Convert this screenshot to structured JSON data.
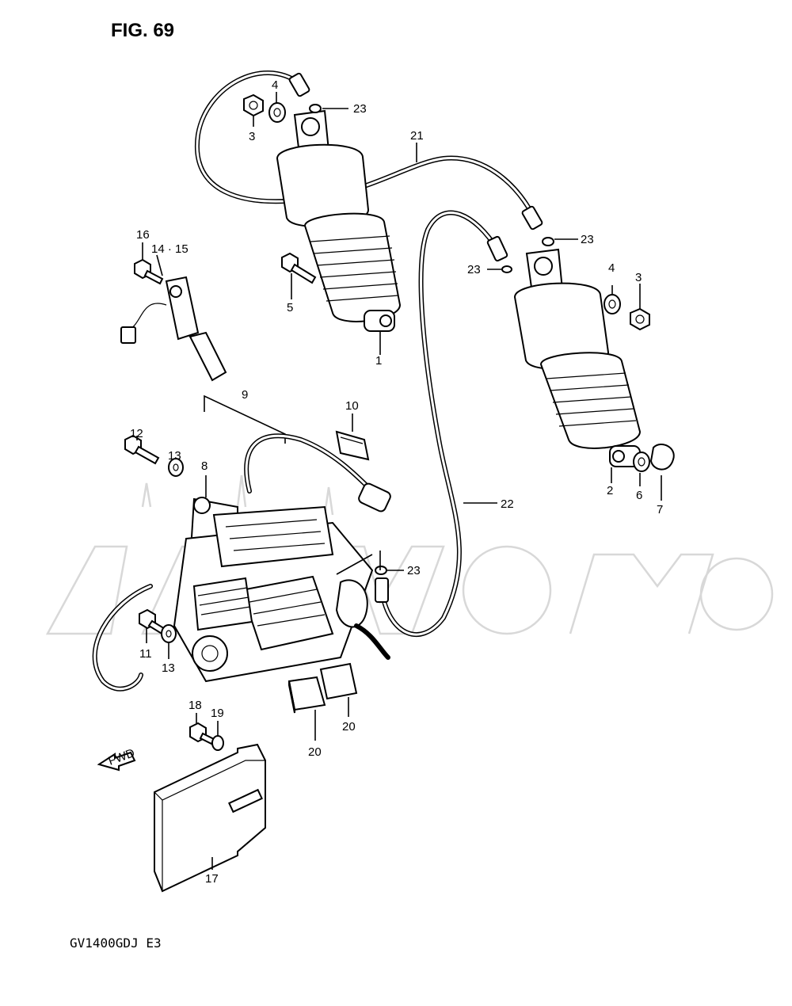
{
  "figure": {
    "title": "FIG. 69",
    "model_code": "GV1400GDJ  E3",
    "fwd_label": "FWD"
  },
  "callouts": [
    {
      "id": "c1",
      "text": "1"
    },
    {
      "id": "c2",
      "text": "2"
    },
    {
      "id": "c3a",
      "text": "3"
    },
    {
      "id": "c3b",
      "text": "3"
    },
    {
      "id": "c4a",
      "text": "4"
    },
    {
      "id": "c4b",
      "text": "4"
    },
    {
      "id": "c5",
      "text": "5"
    },
    {
      "id": "c6",
      "text": "6"
    },
    {
      "id": "c7",
      "text": "7"
    },
    {
      "id": "c8",
      "text": "8"
    },
    {
      "id": "c9",
      "text": "9"
    },
    {
      "id": "c10",
      "text": "10"
    },
    {
      "id": "c11",
      "text": "11"
    },
    {
      "id": "c12",
      "text": "12"
    },
    {
      "id": "c13a",
      "text": "13"
    },
    {
      "id": "c13b",
      "text": "13"
    },
    {
      "id": "c14",
      "text": "14 · 15"
    },
    {
      "id": "c16",
      "text": "16"
    },
    {
      "id": "c17",
      "text": "17"
    },
    {
      "id": "c18",
      "text": "18"
    },
    {
      "id": "c19",
      "text": "19"
    },
    {
      "id": "c20a",
      "text": "20"
    },
    {
      "id": "c20b",
      "text": "20"
    },
    {
      "id": "c21",
      "text": "21"
    },
    {
      "id": "c22",
      "text": "22"
    },
    {
      "id": "c23a",
      "text": "23"
    },
    {
      "id": "c23b",
      "text": "23"
    },
    {
      "id": "c23c",
      "text": "23"
    },
    {
      "id": "c23d",
      "text": "23"
    }
  ],
  "colors": {
    "ink": "#000000",
    "paper": "#ffffff",
    "watermark": "#d8d8d8"
  }
}
